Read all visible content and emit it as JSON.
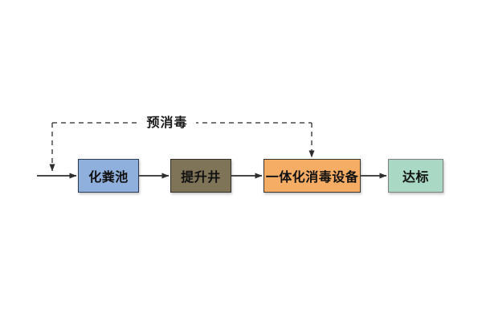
{
  "diagram": {
    "bypass_label": "预消毒",
    "nodes": [
      {
        "id": "septic-tank",
        "label": "化粪池",
        "fill": "#8FAFDC",
        "border": "#2B3A55"
      },
      {
        "id": "lift-well",
        "label": "提升井",
        "fill": "#7F7358",
        "border": "#33302A"
      },
      {
        "id": "integrated-disinfection-equipment",
        "label": "一体化消毒设备",
        "fill": "#F5AD65",
        "border": "#3A332B"
      },
      {
        "id": "standard-compliance",
        "label": "达标",
        "fill": "#A9D9C4",
        "border": "#7F7F7F"
      }
    ],
    "connector_color": "#2E2E2E",
    "dashed_color": "#4A4A4A",
    "background_color": "#FFFFFF",
    "text_color": "#111111"
  }
}
